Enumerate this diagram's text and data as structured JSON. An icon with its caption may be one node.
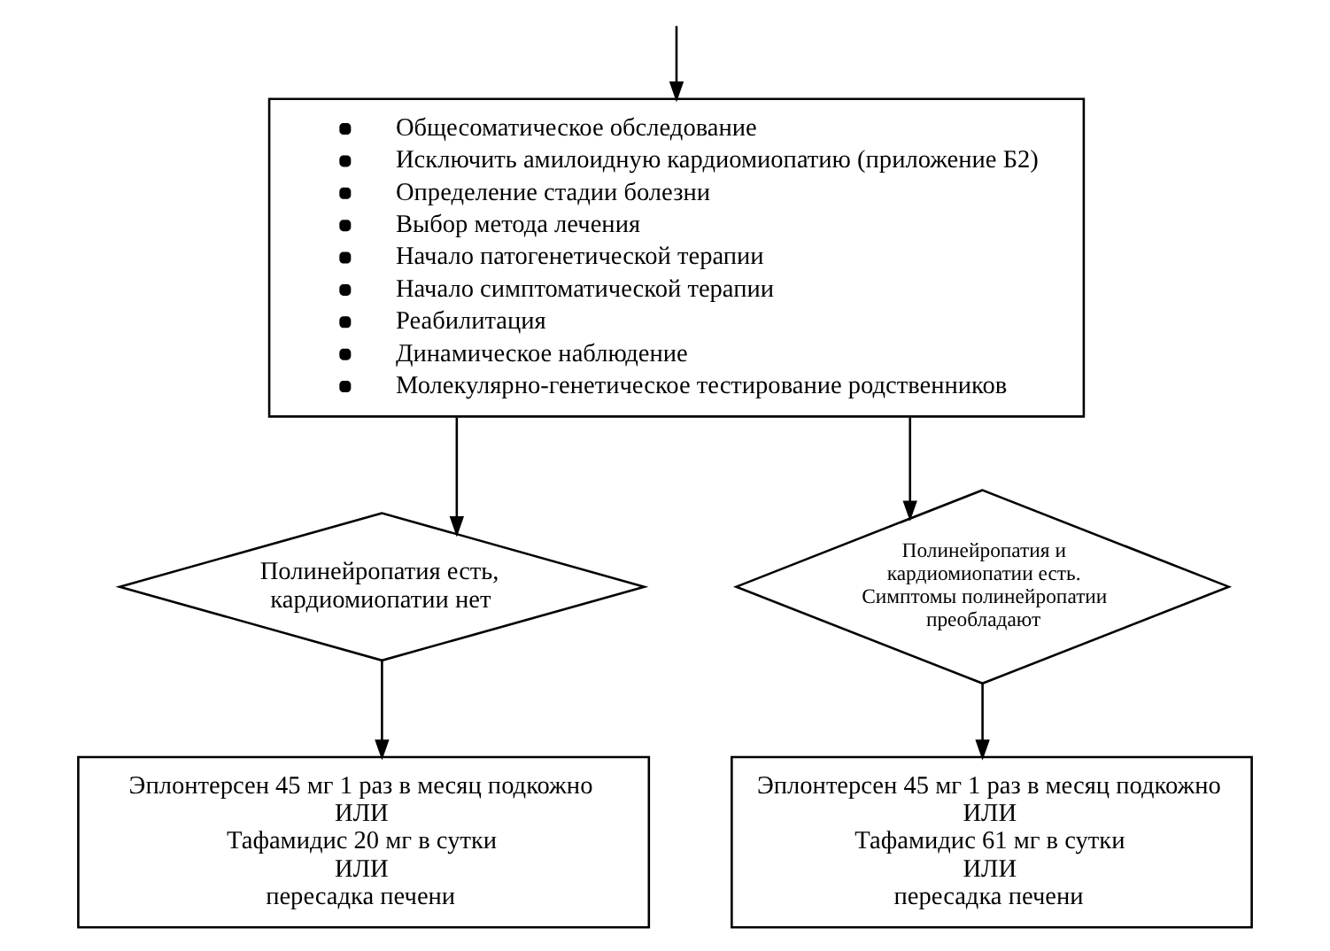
{
  "diagram": {
    "nodes": [
      {
        "text": [
          "Общесоматическое обследование",
          "Исключить амилоидную кардиомиопатию (приложение Б2)",
          "Определение стадии болезни",
          "Выбор метода лечения",
          "Начало патогенетической терапии",
          "Начало симптоматической терапии",
          "Реабилитация",
          "Динамическое наблюдение",
          "Молекулярно-генетическое тестирование родственников"
        ]
      },
      {
        "text": [
          "Полинейропатия есть, кардиомиопатии нет"
        ]
      },
      {
        "text": [
          "Полинейропатия и кардиомиопатии есть. Симптомы полинейропатии преобладают"
        ]
      },
      {
        "text": [
          "Эплонтерсен 45 мг 1 раз в месяц подкожно",
          "ИЛИ",
          "Тафамидис 20 мг в сутки",
          "ИЛИ",
          "пересадка печени"
        ]
      },
      {
        "text": [
          "Эплонтерсен 45 мг 1 раз в месяц подкожно",
          "ИЛИ",
          "Тафамидис 61 мг в сутки",
          "ИЛИ",
          "пересадка печени"
        ]
      }
    ],
    "edges": [
      {
        "from": null,
        "to": 0,
        "arrow": "to"
      },
      {
        "from": 0,
        "to": 1,
        "arrow": "to"
      },
      {
        "from": 0,
        "to": 2,
        "arrow": "to"
      },
      {
        "from": 1,
        "to": 3,
        "arrow": "to"
      },
      {
        "from": 2,
        "to": 4,
        "arrow": "to"
      }
    ]
  }
}
